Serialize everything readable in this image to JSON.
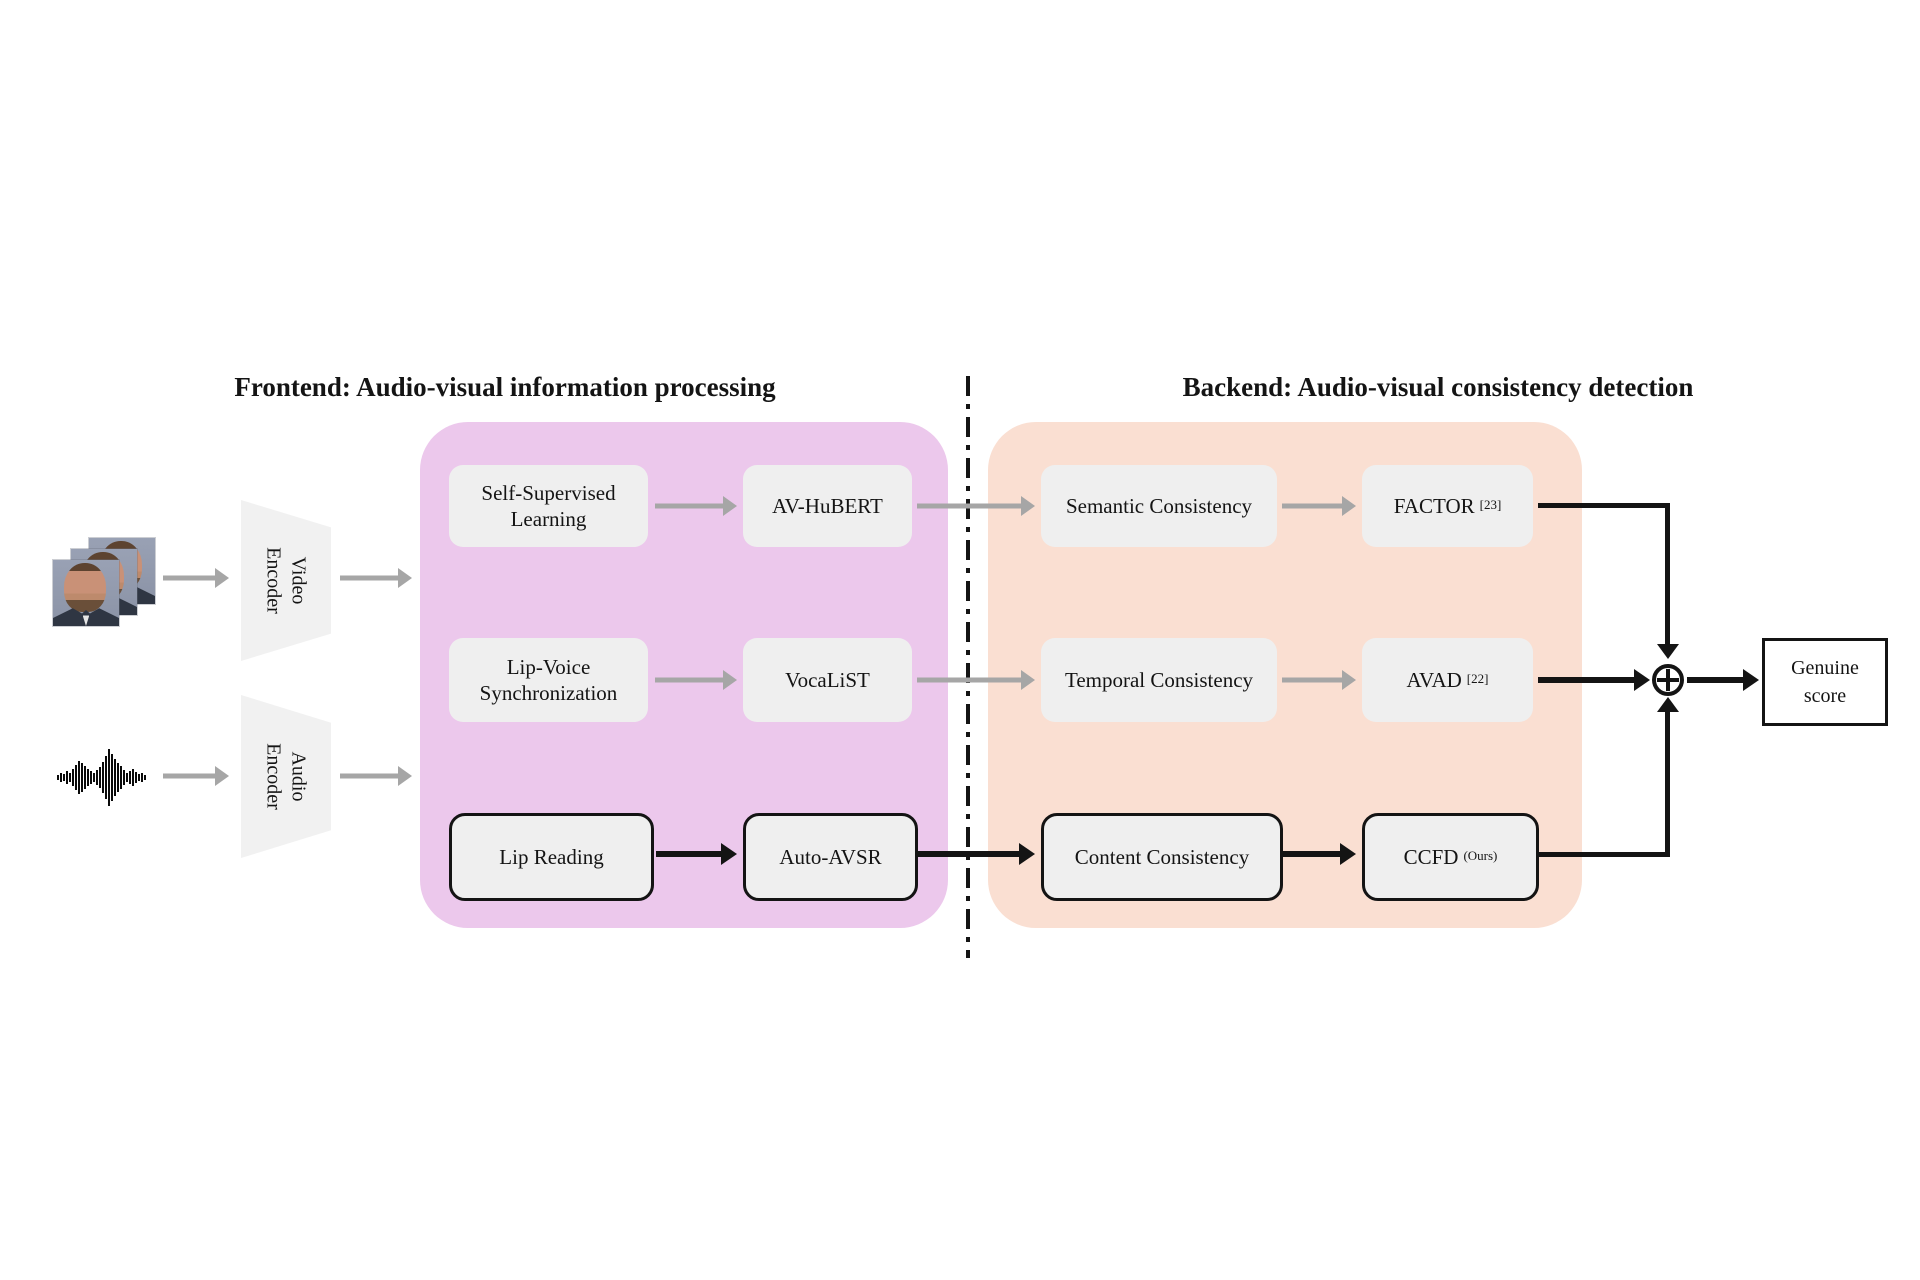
{
  "diagram": {
    "frontend_title": "Frontend: Audio-visual information processing",
    "backend_title": "Backend: Audio-visual consistency detection",
    "inputs": {
      "video": "face-frames-icon",
      "audio": "audio-waveform-icon"
    },
    "encoders": {
      "video_label": "Video\nEncoder",
      "audio_label": "Audio\nEncoder"
    },
    "frontend_rows": [
      {
        "task": "Self-Supervised\nLearning",
        "model": "AV-HuBERT"
      },
      {
        "task": "Lip-Voice\nSynchronization",
        "model": "VocaLiST"
      },
      {
        "task": "Lip Reading",
        "model": "Auto-AVSR"
      }
    ],
    "backend_rows": [
      {
        "consistency": "Semantic Consistency",
        "method": "FACTOR",
        "method_sup": "[23]"
      },
      {
        "consistency": "Temporal Consistency",
        "method": "AVAD",
        "method_sup": "[22]"
      },
      {
        "consistency": "Content Consistency",
        "method": "CCFD",
        "method_sup": "(Ours)"
      }
    ],
    "fusion_icon": "circled-plus",
    "output_label": "Genuine\nscore",
    "colors": {
      "frontend_bg": "#ecc8ec",
      "backend_bg": "#fadfd2",
      "node_bg": "#efefef",
      "arrow_gray": "#a6a6a6",
      "ink": "#141414"
    },
    "icons": {
      "audio_waveform_heights": [
        5,
        9,
        7,
        13,
        9,
        17,
        25,
        33,
        29,
        23,
        17,
        13,
        9,
        15,
        21,
        31,
        43,
        57,
        47,
        37,
        29,
        23,
        15,
        9,
        13,
        17,
        11,
        7,
        9,
        5
      ]
    }
  }
}
